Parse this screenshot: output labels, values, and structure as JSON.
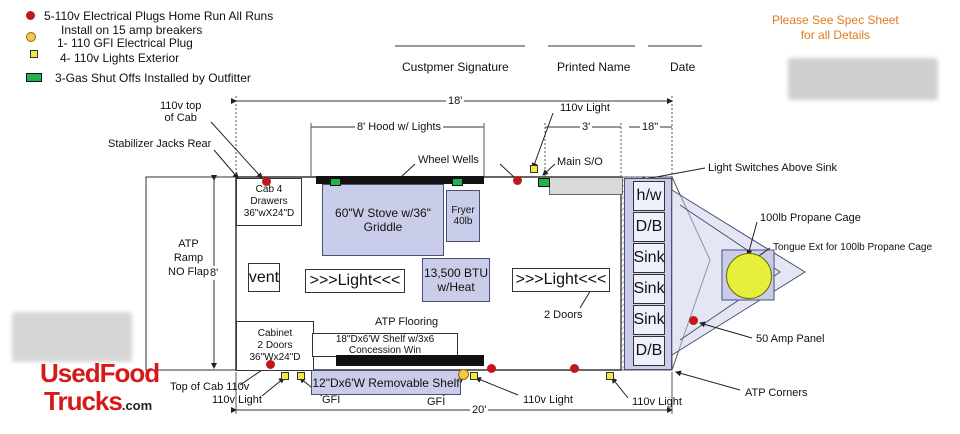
{
  "legend": {
    "item1": "5-110v Electrical Plugs Home Run All Runs",
    "item1b": "Install on 15 amp breakers",
    "item2": "1- 110 GFI Electrical Plug",
    "item3": "4- 110v Lights Exterior",
    "item4": "3-Gas Shut Offs Installed by Outfitter"
  },
  "spec_note": "Please See Spec Sheet\nfor all Details",
  "signature": {
    "customer": "Custpmer Signature",
    "printed": "Printed Name",
    "date": "Date"
  },
  "dims": {
    "overall": "18'",
    "hood": "8' Hood w/ Lights",
    "three": "3'",
    "eighteen_in": "18\"",
    "width": "8'",
    "bottom": "20'"
  },
  "callouts": {
    "top_of_cab": "110v top\nof Cab",
    "stabilizer": "Stabilizer Jacks Rear",
    "light_110v_top": "110v Light",
    "wheel_wells": "Wheel Wells",
    "main_so": "Main S/O",
    "light_switches": "Light Switches Above Sink",
    "propane_cage": "100lb Propane Cage",
    "tongue": "Tongue Ext for 100lb Propane Cage",
    "atp_ramp": "ATP\nRamp\nNO Flap",
    "two_doors": "2 Doors",
    "panel_50": "50 Amp Panel",
    "atp_flooring": "ATP Flooring",
    "top_cab_110": "Top of Cab 110v",
    "light_110v_left": "110v Light",
    "gfi_left": "GFI",
    "gfi_mid": "GFI",
    "light_110v_bottom_mid": "110v Light",
    "light_110v_bottom_right": "110v Light",
    "atp_corners": "ATP Corners"
  },
  "interior": {
    "cab_top": "Cab 4\nDrawers\n36\"wX24\"D",
    "stove": "60\"W Stove w/36\" Griddle",
    "fryer": "Fryer\n40lb",
    "vent": "vent",
    "light_left": ">>>Light<<<",
    "btu": "13,500 BTU\nw/Heat",
    "light_right": ">>>Light<<<",
    "cab_bottom": "Cabinet\n2 Doors\n36\"Wx24\"D",
    "shelf": "18\"Dx6'W Shelf w/3x6 Concession Win",
    "removable_shelf": "12\"Dx6'W Removable Shelf"
  },
  "sink_column": [
    "h/w",
    "D/B",
    "Sink",
    "Sink",
    "Sink",
    "D/B"
  ],
  "logo": {
    "line1": "UsedFood",
    "line2": "Trucks",
    "suffix": ".com"
  },
  "colors": {
    "plug": "#c0181f",
    "gfi": "#f2c94c",
    "light": "#f5e642",
    "gas": "#22b14c",
    "cab": "#c9cdea",
    "propane": "#e6f03c"
  }
}
